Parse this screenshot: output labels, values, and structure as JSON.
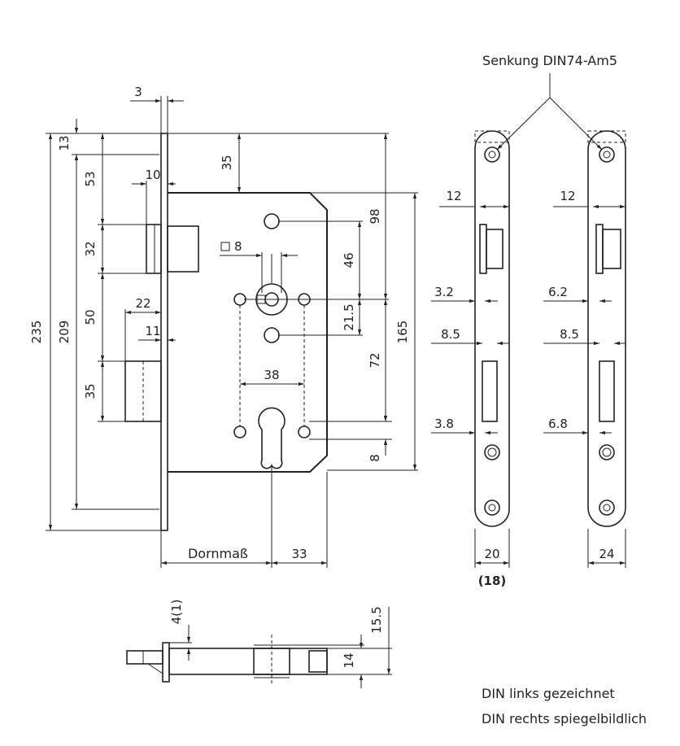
{
  "labels": {
    "senkung": "Senkung DIN74-Am5",
    "dornmass": "Dornmaß",
    "note1": "DIN links gezeichnet",
    "note2": "DIN rechts spiegelbildlich",
    "square": "8",
    "faceplate_note": "(18)"
  },
  "dims": {
    "d3": "3",
    "d13": "13",
    "d53": "53",
    "d10": "10",
    "d32": "32",
    "d35top": "35",
    "d98": "98",
    "d46": "46",
    "d22": "22",
    "d50": "50",
    "d11": "11",
    "d21_5": "21.5",
    "d165": "165",
    "d209": "209",
    "d235": "235",
    "d72": "72",
    "d38": "38",
    "d35low": "35",
    "d8": "8",
    "d33": "33",
    "d4_1": "4(1)",
    "d15_5": "15.5",
    "d14": "14",
    "fp1_12": "12",
    "fp1_3_2": "3.2",
    "fp1_8_5": "8.5",
    "fp1_3_8": "3.8",
    "fp1_20": "20",
    "fp2_12": "12",
    "fp2_6_2": "6.2",
    "fp2_8_5": "8.5",
    "fp2_6_8": "6.8",
    "fp2_24": "24"
  }
}
